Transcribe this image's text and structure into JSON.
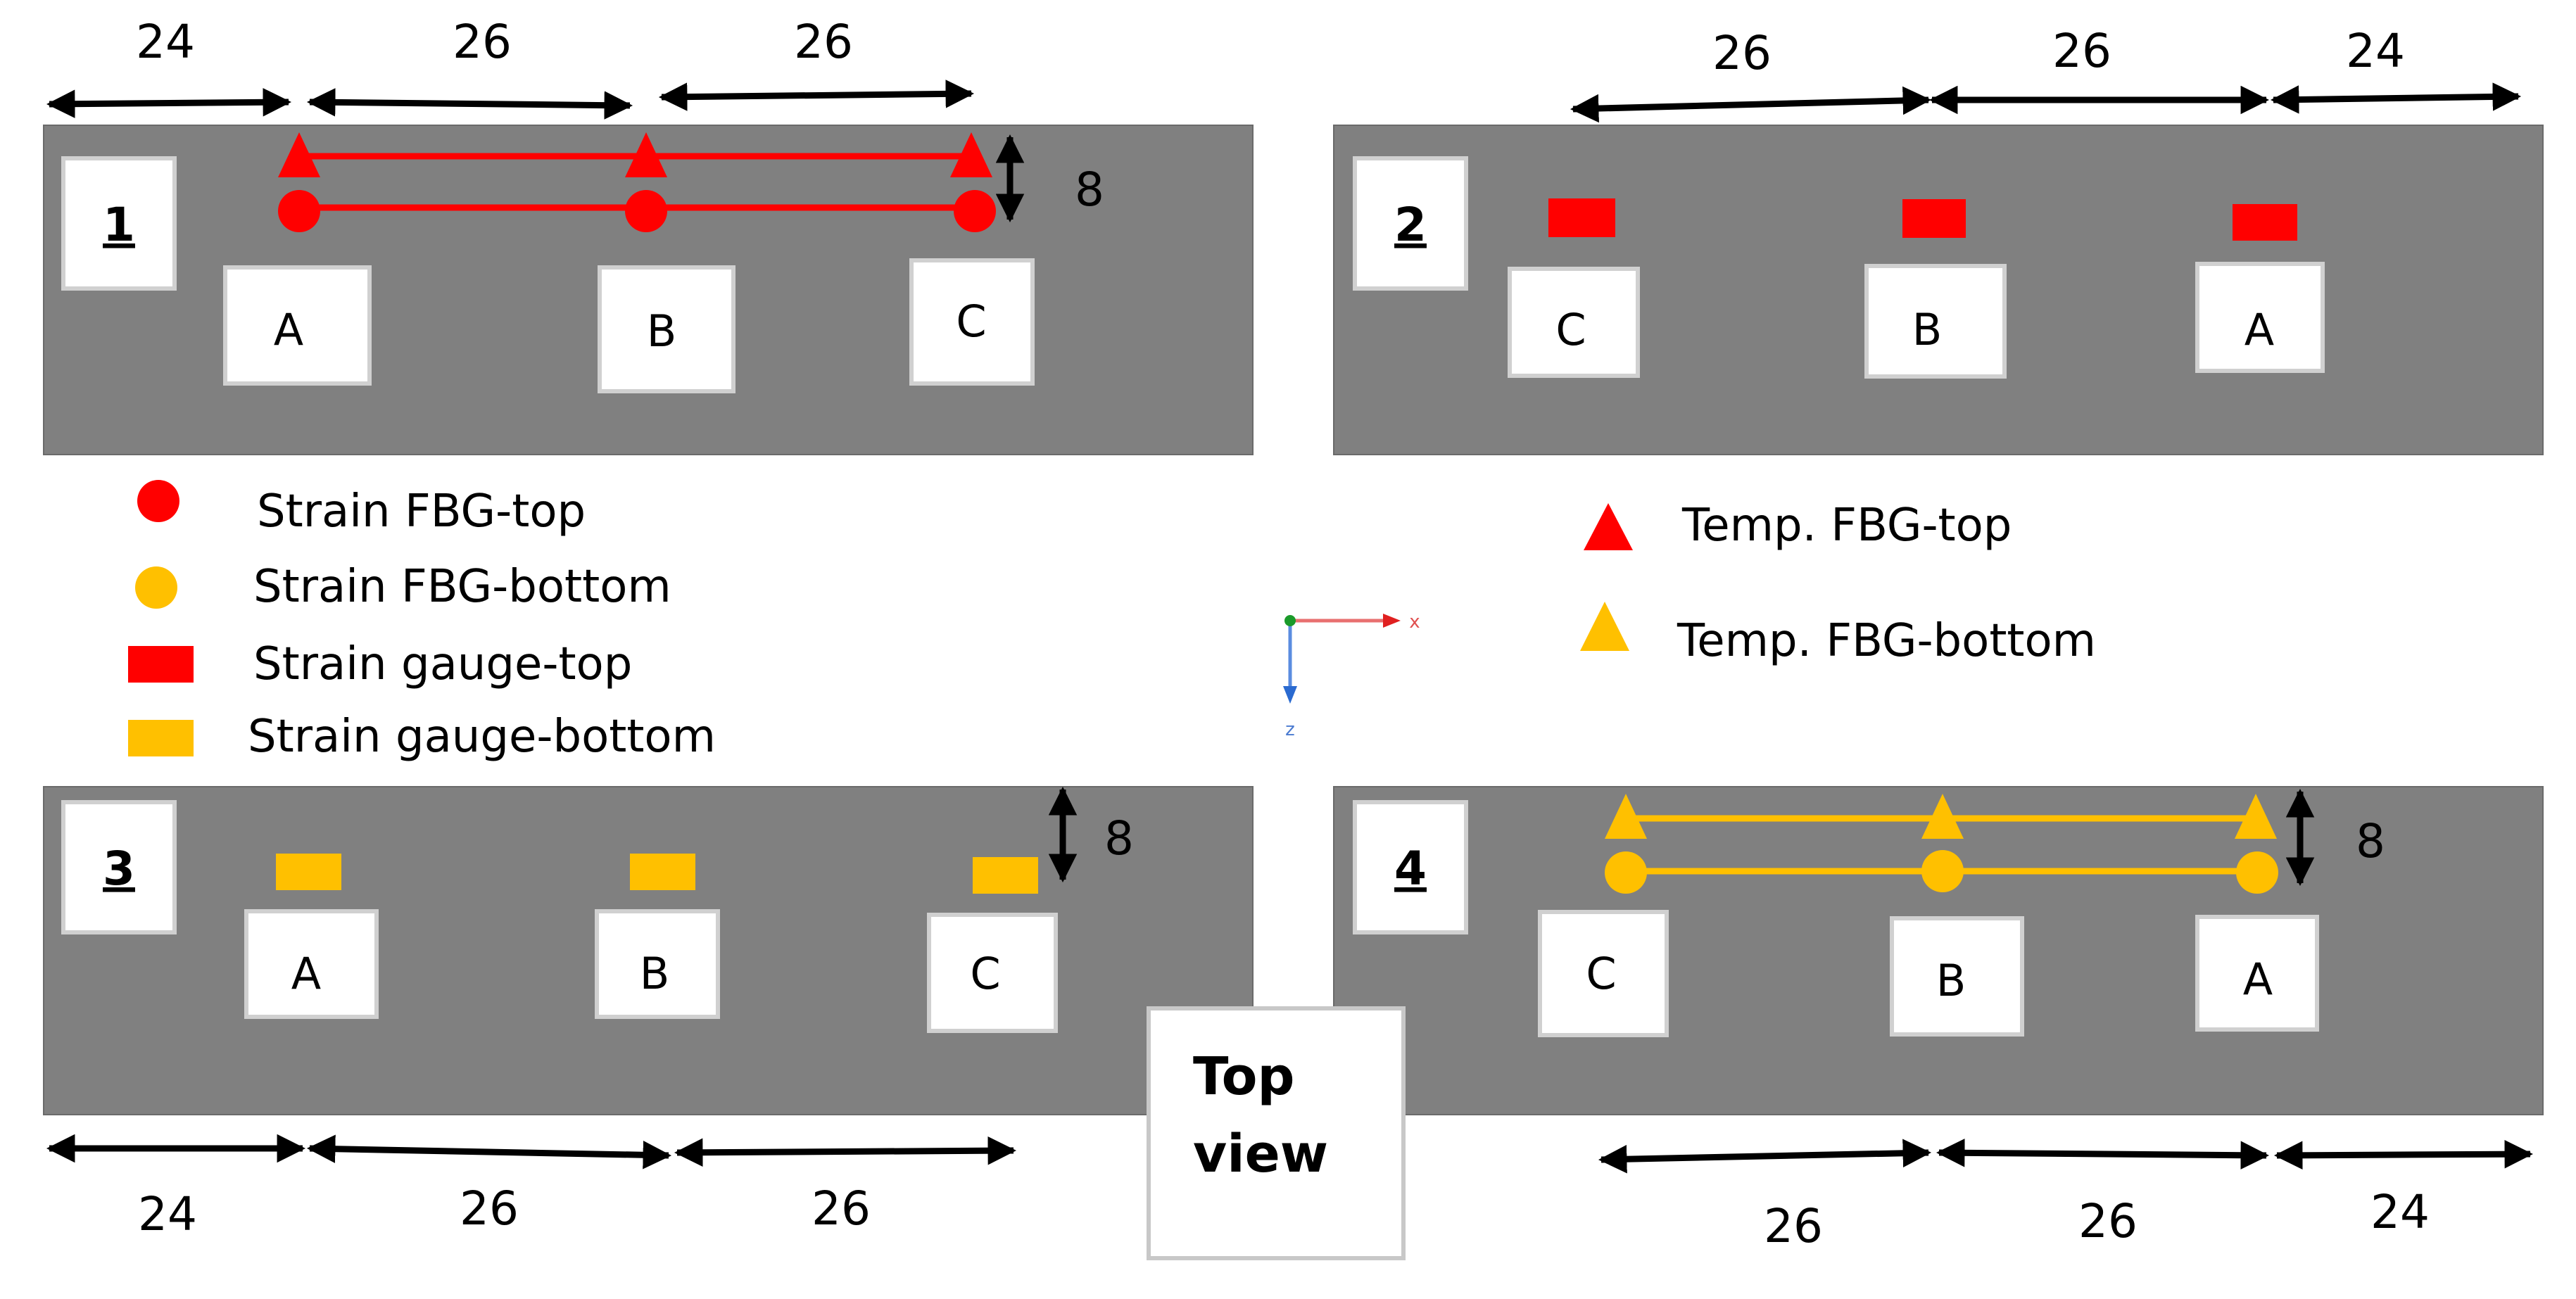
{
  "colors": {
    "red": "#ff0000",
    "orange": "#ffc000",
    "plate": "#808080"
  },
  "dims": {
    "d24": "24",
    "d26": "26",
    "d8": "8"
  },
  "panels": [
    {
      "number": "1",
      "labels": [
        "A",
        "B",
        "C"
      ]
    },
    {
      "number": "2",
      "labels": [
        "C",
        "B",
        "A"
      ]
    },
    {
      "number": "3",
      "labels": [
        "A",
        "B",
        "C"
      ]
    },
    {
      "number": "4",
      "labels": [
        "C",
        "B",
        "A"
      ]
    }
  ],
  "legend": {
    "strain_fbg_top": "Strain FBG-top",
    "strain_fbg_bottom": "Strain FBG-bottom",
    "strain_gauge_top": "Strain gauge-top",
    "strain_gauge_bottom": "Strain gauge-bottom",
    "temp_fbg_top": "Temp. FBG-top",
    "temp_fbg_bottom": "Temp. FBG-bottom"
  },
  "top_view": {
    "line1": "Top",
    "line2": "view"
  },
  "axes": {
    "x_label": "x",
    "z_label": "z"
  }
}
